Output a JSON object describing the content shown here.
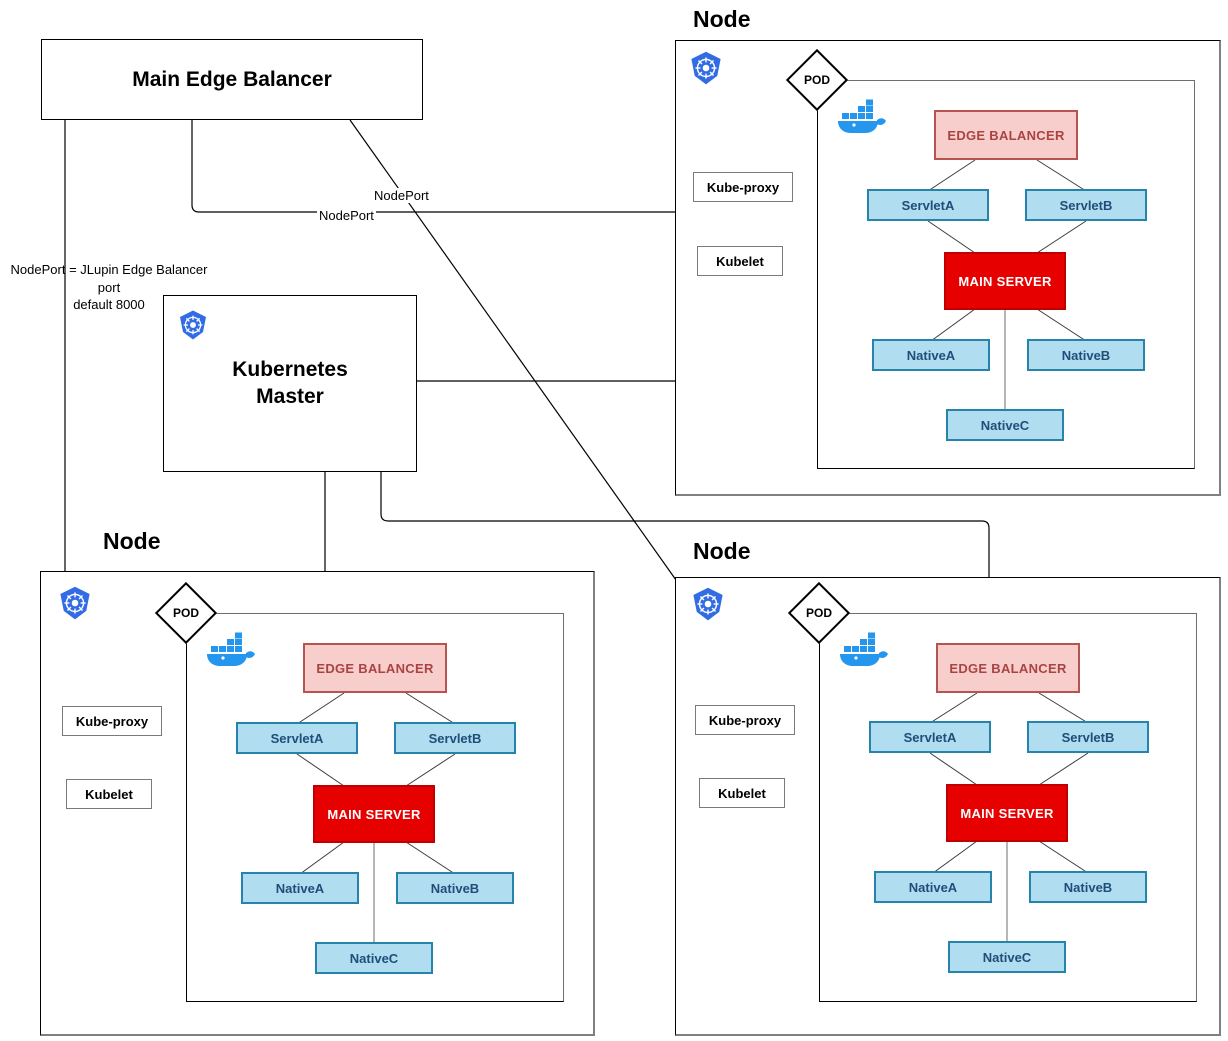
{
  "diagram": {
    "title_box": {
      "label": "Main Edge Balancer"
    },
    "master_box": {
      "label_line1": "Kubernetes",
      "label_line2": "Master",
      "icon": "kubernetes-icon"
    },
    "caption": {
      "line1": "NodePort = JLupin Edge Balancer port",
      "line2": "default 8000"
    },
    "wire_labels": [
      "NodePort",
      "NodePort"
    ],
    "node_label": "Node",
    "pod_label": "POD",
    "icons": {
      "kubernetes": "kubernetes-icon",
      "docker": "docker-whale-icon"
    },
    "daemons": [
      "Kube-proxy",
      "Kubelet"
    ],
    "components": {
      "edge_balancer": "EDGE BALANCER",
      "servlet_a": "ServletA",
      "servlet_b": "ServletB",
      "main_server": "MAIN SERVER",
      "native_a": "NativeA",
      "native_b": "NativeB",
      "native_c": "NativeC"
    },
    "colors": {
      "edge_balancer_fill": "#f8cecc",
      "edge_balancer_border": "#b85450",
      "servlet_fill": "#b1ddf0",
      "servlet_border": "#2683ab",
      "main_server_fill": "#e60000",
      "main_server_border": "#c00000",
      "kubernetes_blue": "#326ce5",
      "docker_blue": "#2496ed",
      "line": "#000000"
    },
    "nodes": [
      {
        "name": "node-top-right"
      },
      {
        "name": "node-bottom-left"
      },
      {
        "name": "node-bottom-right"
      }
    ]
  }
}
